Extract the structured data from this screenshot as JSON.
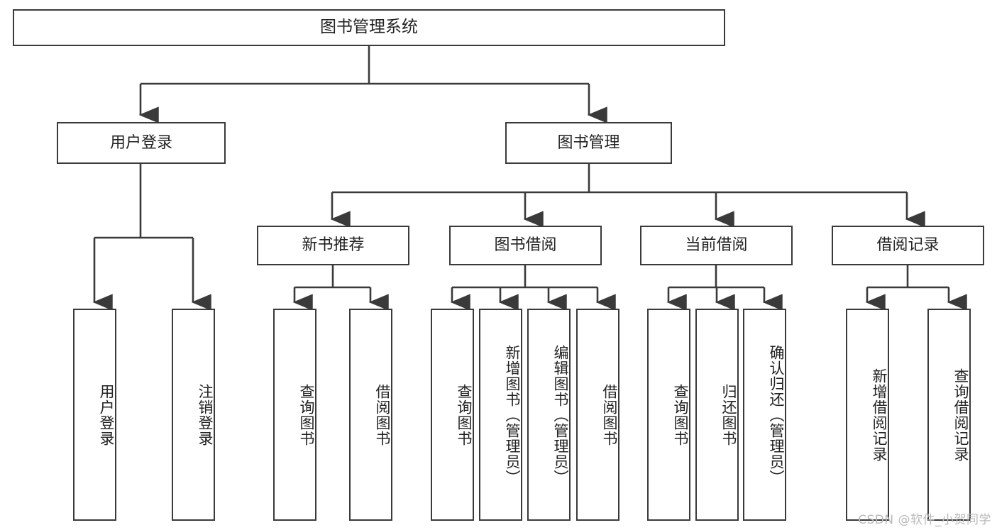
{
  "diagram": {
    "title": "图书管理系统",
    "type": "tree-hierarchy-chart",
    "root": {
      "label": "图书管理系统"
    },
    "level2": [
      {
        "label": "用户登录"
      },
      {
        "label": "图书管理"
      }
    ],
    "level3": [
      {
        "label": "新书推荐"
      },
      {
        "label": "图书借阅"
      },
      {
        "label": "当前借阅"
      },
      {
        "label": "借阅记录"
      }
    ],
    "leaves": {
      "user_login": [
        {
          "label": "用户登录"
        },
        {
          "label": "注销登录"
        }
      ],
      "new_book_recommend": [
        {
          "label": "查询图书"
        },
        {
          "label": "借阅图书"
        }
      ],
      "book_borrow": [
        {
          "label": "查询图书"
        },
        {
          "label": "新增图书（管理员）"
        },
        {
          "label": "编辑图书（管理员）"
        },
        {
          "label": "借阅图书"
        }
      ],
      "current_borrow": [
        {
          "label": "查询图书"
        },
        {
          "label": "归还图书"
        },
        {
          "label": "确认归还（管理员）"
        }
      ],
      "borrow_record": [
        {
          "label": "新增借阅记录"
        },
        {
          "label": "查询借阅记录"
        }
      ]
    },
    "watermark": "CSDN @软件_小贺同学",
    "colors": {
      "stroke": "#3a3a3a",
      "fill": "#ffffff",
      "text": "#222222",
      "watermark": "#b9b9b9"
    }
  }
}
